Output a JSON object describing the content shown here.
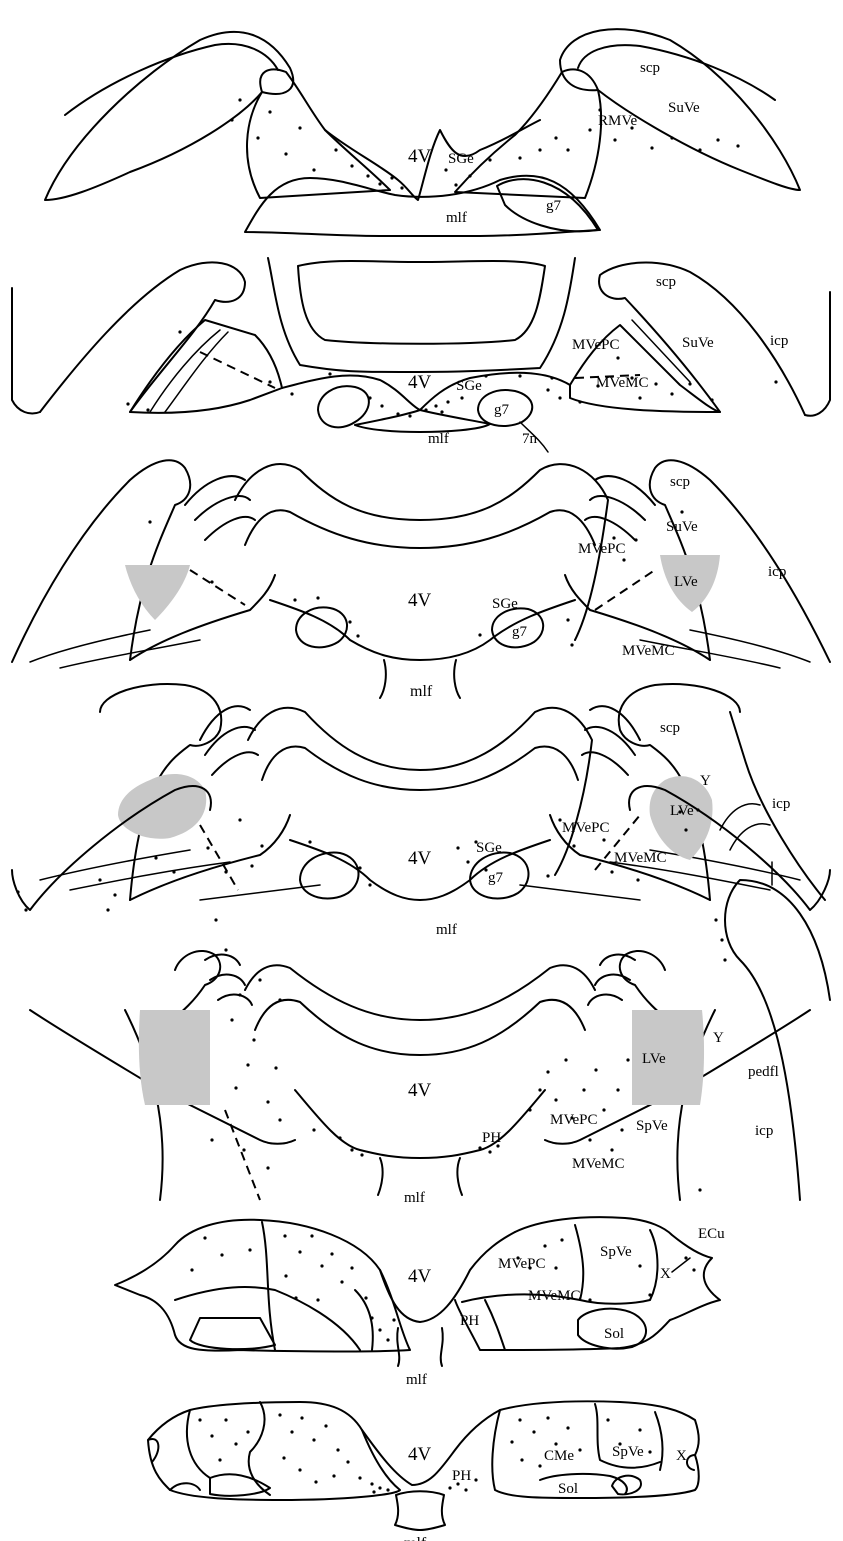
{
  "sections": [
    {
      "labels": {
        "v4": "4V",
        "scp": "scp",
        "suve": "SuVe",
        "rmve": "RMVe",
        "sge": "SGe",
        "g7": "g7",
        "mlf": "mlf"
      }
    },
    {
      "labels": {
        "v4": "4V",
        "scp": "scp",
        "suve": "SuVe",
        "icp": "icp",
        "mvepc": "MVePC",
        "mvemc": "MVeMC",
        "sge": "SGe",
        "g7": "g7",
        "n7": "7n",
        "mlf": "mlf"
      }
    },
    {
      "labels": {
        "v4": "4V",
        "scp": "scp",
        "suve": "SuVe",
        "icp": "icp",
        "mvepc": "MVePC",
        "lve": "LVe",
        "mvemc": "MVeMC",
        "sge": "SGe",
        "g7": "g7",
        "mlf": "mlf"
      }
    },
    {
      "labels": {
        "v4": "4V",
        "scp": "scp",
        "y": "Y",
        "icp": "icp",
        "lve": "LVe",
        "mvepc": "MVePC",
        "mvemc": "MVeMC",
        "sge": "SGe",
        "g7": "g7",
        "mlf": "mlf"
      }
    },
    {
      "labels": {
        "v4": "4V",
        "lve": "LVe",
        "y": "Y",
        "pedfl": "pedfl",
        "spve": "SpVe",
        "icp": "icp",
        "ph": "PH",
        "mvepc": "MVePC",
        "mvemc": "MVeMC",
        "mlf": "mlf"
      }
    },
    {
      "labels": {
        "v4": "4V",
        "ecu": "ECu",
        "spve": "SpVe",
        "x": "X",
        "mvepc": "MVePC",
        "mvemc": "MVeMC",
        "ph": "PH",
        "sol": "Sol",
        "mlf": "mlf"
      }
    },
    {
      "labels": {
        "v4": "4V",
        "ph": "PH",
        "cme": "CMe",
        "spve": "SpVe",
        "x": "X",
        "sol": "Sol",
        "mlf": "mlf"
      }
    }
  ]
}
